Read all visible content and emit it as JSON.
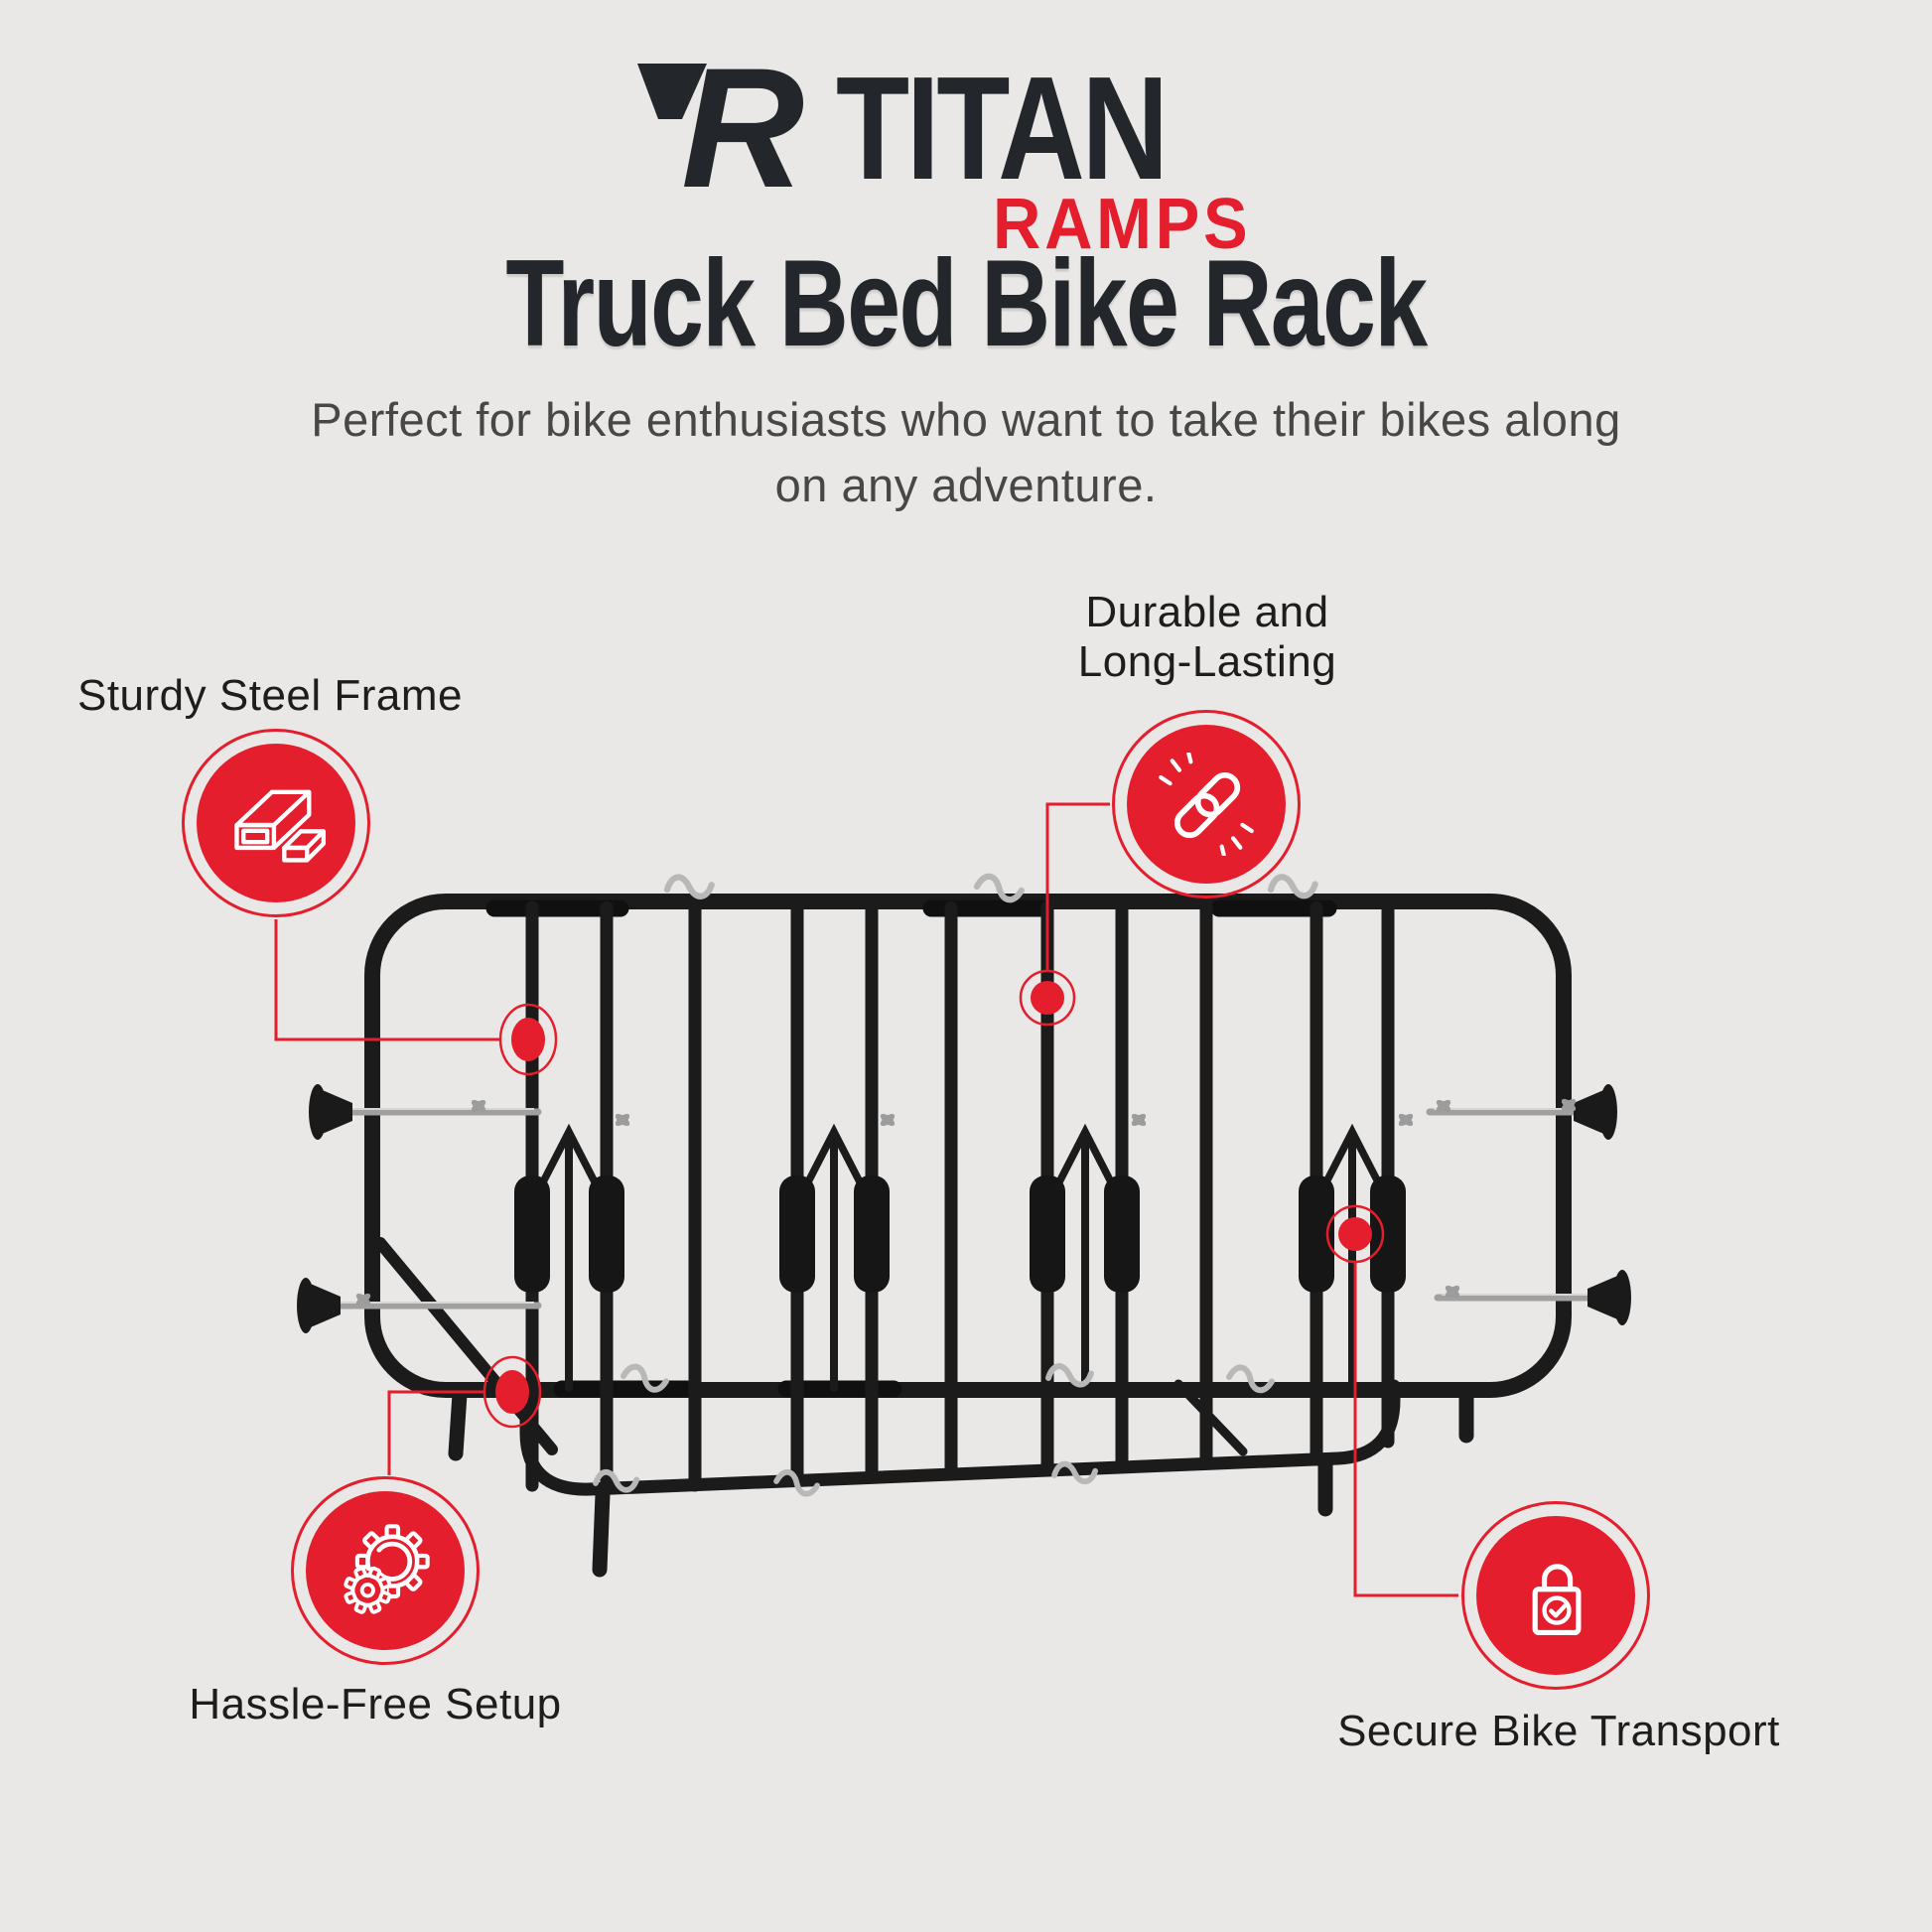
{
  "logo": {
    "monogram_letter": "R",
    "name": "TITAN",
    "division": "RAMPS"
  },
  "header": {
    "title": "Truck Bed Bike Rack",
    "subtitle_line1": "Perfect for bike enthusiasts who want to take their bikes along",
    "subtitle_line2": "on any adventure."
  },
  "features": [
    {
      "id": "sturdy",
      "label": "Sturdy Steel Frame",
      "icon": "steel-beam-icon"
    },
    {
      "id": "durable",
      "label_line1": "Durable and",
      "label_line2": "Long-Lasting",
      "icon": "chain-link-icon"
    },
    {
      "id": "hassle",
      "label": "Hassle-Free Setup",
      "icon": "gears-icon"
    },
    {
      "id": "secure",
      "label": "Secure Bike Transport",
      "icon": "padlock-icon"
    }
  ],
  "colors": {
    "accent_red": "#e41e2d",
    "ink": "#23262a",
    "text_gray": "#474747",
    "label_ink": "#1d1d1d",
    "background": "#e9e8e6",
    "rack_black": "#1b1b1b"
  }
}
